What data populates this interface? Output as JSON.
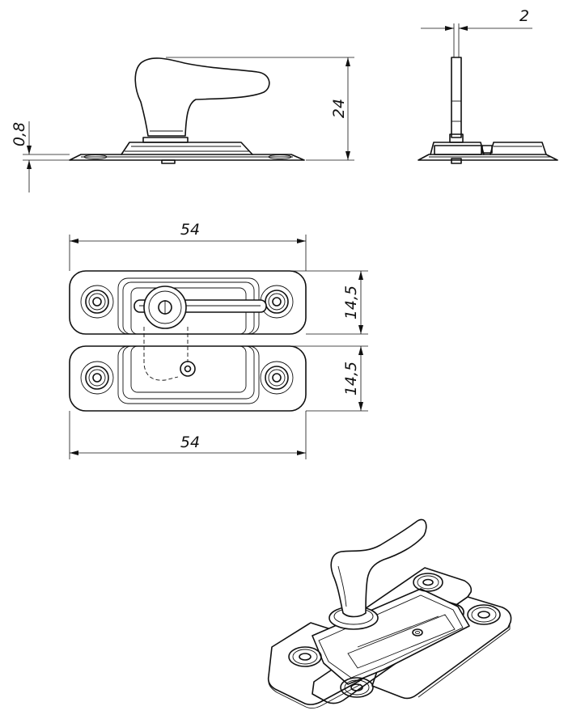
{
  "dimensions": {
    "height_total": "24",
    "plate_thickness": "0,8",
    "handle_thickness": "2",
    "top_width": "54",
    "bottom_width": "54",
    "top_plate_height": "14,5",
    "bottom_plate_height": "14,5"
  }
}
